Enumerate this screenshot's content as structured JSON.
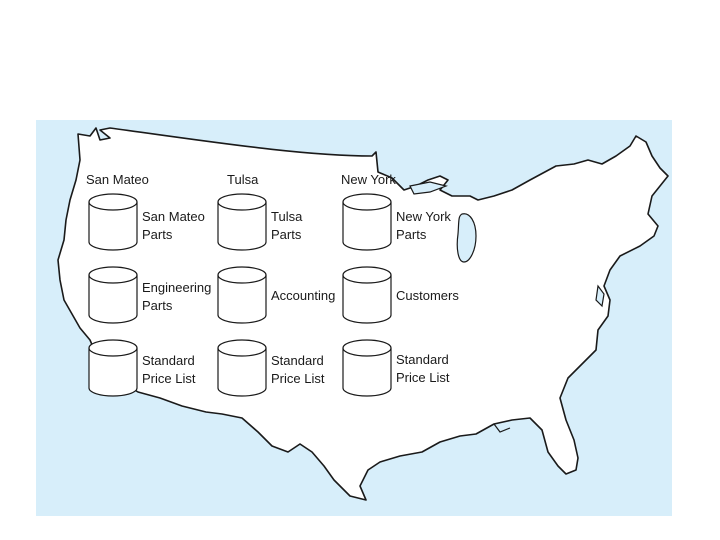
{
  "colors": {
    "water": "#d7eefa",
    "land": "#ffffff",
    "outline": "#1a1a1a"
  },
  "sites": [
    {
      "name": "San Mateo",
      "databases": [
        {
          "line1": "San Mateo",
          "line2": "Parts"
        },
        {
          "line1": "Engineering",
          "line2": "Parts"
        },
        {
          "line1": "Standard",
          "line2": "Price List"
        }
      ]
    },
    {
      "name": "Tulsa",
      "databases": [
        {
          "line1": "Tulsa",
          "line2": "Parts"
        },
        {
          "line1": "Accounting",
          "line2": ""
        },
        {
          "line1": "Standard",
          "line2": "Price List"
        }
      ]
    },
    {
      "name": "New York",
      "databases": [
        {
          "line1": "New York",
          "line2": "Parts"
        },
        {
          "line1": "Customers",
          "line2": ""
        },
        {
          "line1": "Standard",
          "line2": "Price List"
        }
      ]
    }
  ]
}
